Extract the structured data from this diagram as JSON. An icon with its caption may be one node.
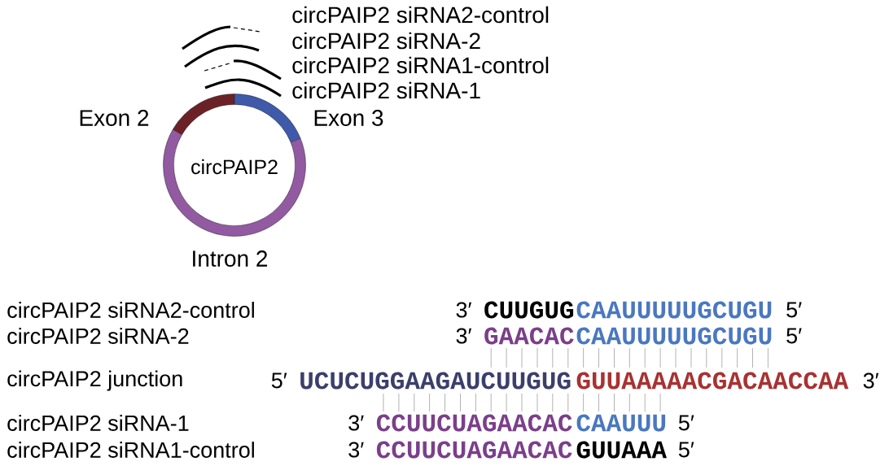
{
  "diagram": {
    "nodes": [
      {
        "text": [
          "circPAIP2"
        ]
      }
    ],
    "labels": [
      "circPAIP2 siRNA2-control",
      "circPAIP2 siRNA-2",
      "circPAIP2 siRNA1-control",
      "circPAIP2 siRNA-1",
      "Exon 2",
      "Exon 3",
      "Intron 2",
      "circPAIP2 siRNA2-control",
      "3′",
      "CUUGUG",
      "CAAUUUUUGCUGU",
      "5′",
      "circPAIP2 siRNA-2",
      "3′",
      "GAACAC",
      "CAAUUUUUGCUGU",
      "5′",
      "circPAIP2 junction",
      "5′",
      "UCUCUGGAAGAUCUUGUG",
      "GUUAAAAACGACAACCAA",
      "3′",
      "circPAIP2 siRNA-1",
      "3′",
      "CCUUCUAGAACAC",
      "CAAUUU",
      "5′",
      "circPAIP2 siRNA1-control",
      "3′",
      "CCUUCUAGAACAC",
      "GUUAAA",
      "5′"
    ]
  }
}
